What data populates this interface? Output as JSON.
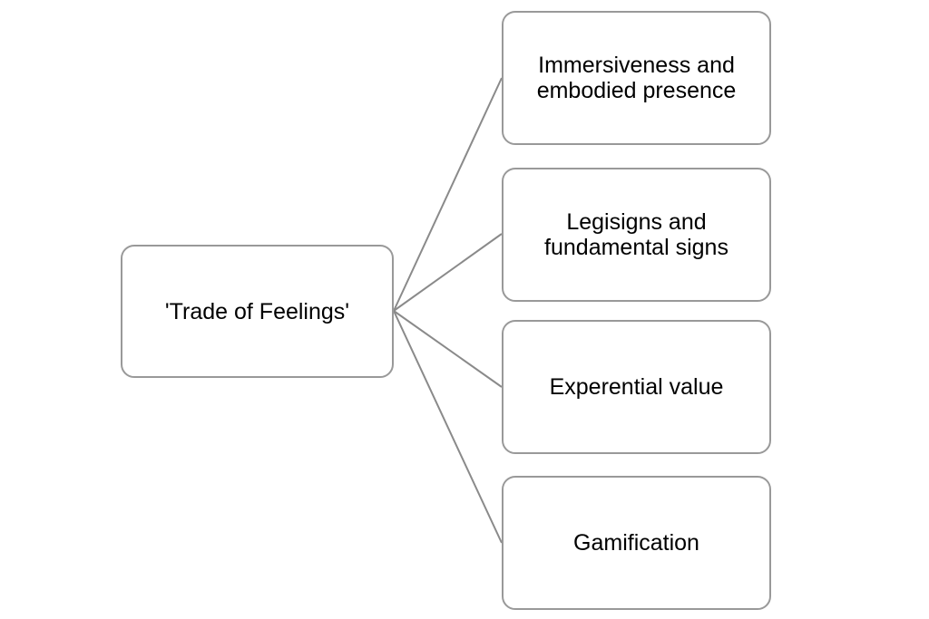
{
  "diagram": {
    "root": {
      "label": "'Trade of Feelings'"
    },
    "children": [
      {
        "label": "Immersiveness and embodied presence"
      },
      {
        "label": "Legisigns and fundamental signs"
      },
      {
        "label": "Experential value"
      },
      {
        "label": "Gamification"
      }
    ],
    "colors": {
      "background": "#ffffff",
      "border": "#999999",
      "connector": "#8a8a8a",
      "text": "#000000"
    }
  }
}
